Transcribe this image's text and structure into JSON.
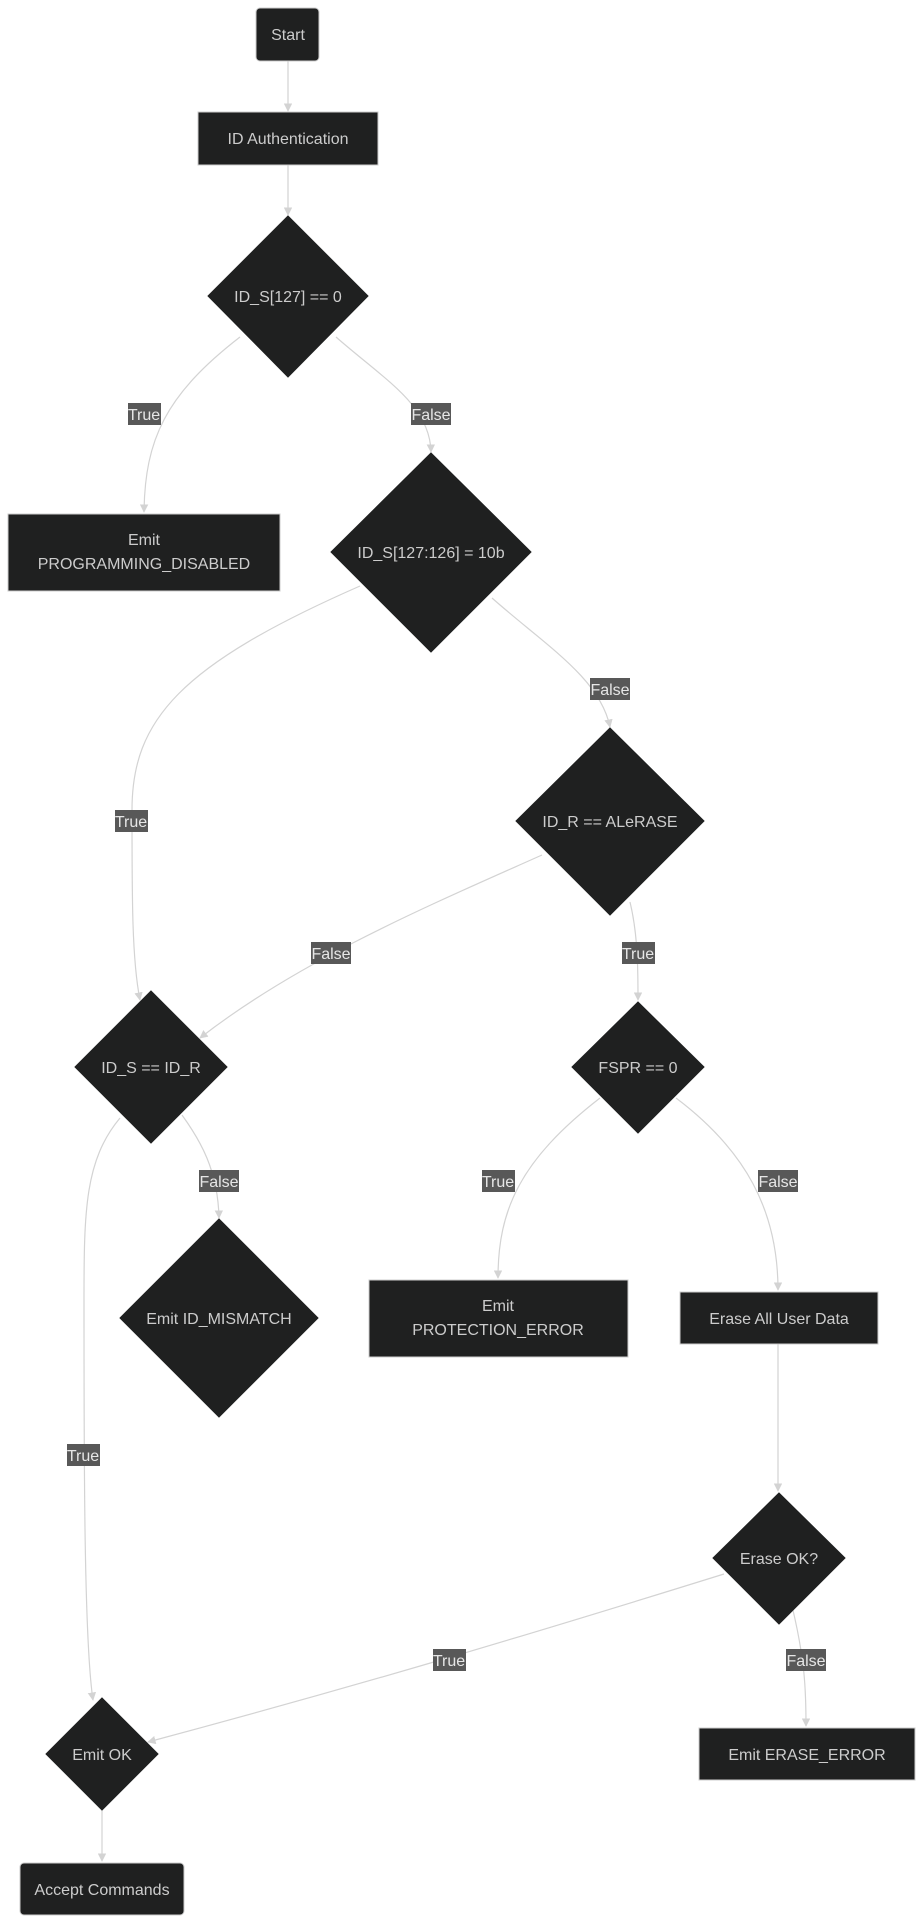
{
  "nodes": {
    "start": "Start",
    "id_auth": "ID Authentication",
    "dec_s127": "ID_S[127] == 0",
    "emit_prog_1": "Emit",
    "emit_prog_2": "PROGRAMMING_DISABLED",
    "dec_s127_126": "ID_S[127:126] = 10b",
    "dec_r_alerase": "ID_R == ALeRASE",
    "dec_s_eq_r": "ID_S == ID_R",
    "dec_fspr": "FSPR == 0",
    "emit_mismatch": "Emit ID_MISMATCH",
    "emit_prot_1": "Emit",
    "emit_prot_2": "PROTECTION_ERROR",
    "erase_all": "Erase All User Data",
    "dec_erase_ok": "Erase OK?",
    "emit_ok": "Emit OK",
    "emit_erase_error": "Emit ERASE_ERROR",
    "accept": "Accept Commands"
  },
  "edge_labels": {
    "s127_true": "True",
    "s127_false": "False",
    "s127_126_true": "True",
    "s127_126_false": "False",
    "alerase_false": "False",
    "alerase_true": "True",
    "seqr_false": "False",
    "seqr_true": "True",
    "fspr_true": "True",
    "fspr_false": "False",
    "eraseok_true": "True",
    "eraseok_false": "False"
  },
  "colors": {
    "node_fill": "#1f2020",
    "node_text": "#cccccc",
    "edge": "#d3d3d3",
    "edge_label_bg": "#585858"
  }
}
